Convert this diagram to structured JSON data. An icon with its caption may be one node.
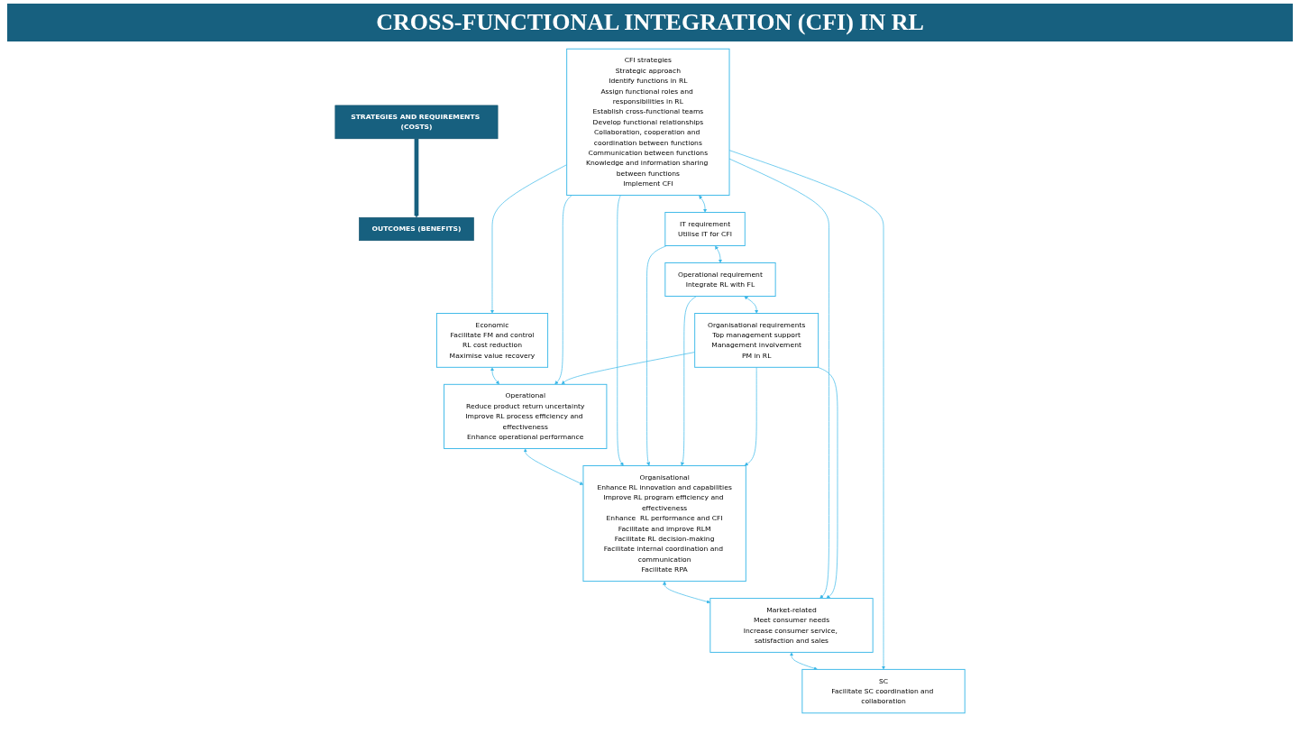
{
  "diagram": {
    "title": "CROSS-FUNCTIONAL INTEGRATION (CFI) IN RL",
    "nodes": [
      {
        "text": [
          "STRATEGIES AND REQUIREMENTS (COSTS)"
        ]
      },
      {
        "text": [
          "OUTCOMES (BENEFITS)"
        ]
      },
      {
        "text": [
          "CFI strategies",
          "Strategic approach",
          "Identify functions in RL",
          "Assign functional roles and responsibilities in RL",
          "Establish cross-functional teams",
          "Develop functional relationships",
          "Collaboration, cooperation and coordination between functions",
          "Communication between functions",
          "Knowledge and information sharing between functions",
          "Implement CFI"
        ]
      },
      {
        "text": [
          "IT requirement",
          "Utilise IT for CFI"
        ]
      },
      {
        "text": [
          "Operational requirement",
          "Integrate RL with FL"
        ]
      },
      {
        "text": [
          "Organisational requirements",
          "Top management support",
          "Management involvement",
          "PM in RL"
        ]
      },
      {
        "text": [
          "Economic",
          "Facilitate FM and control",
          "RL cost reduction",
          "Maximise value recovery"
        ]
      },
      {
        "text": [
          "Operational",
          "Reduce product return uncertainty",
          "Improve RL process efficiency and effectiveness",
          "Enhance operational performance"
        ]
      },
      {
        "text": [
          "Organisational",
          "Enhance RL innovation and capabilities",
          "Improve RL program efficiency and effectiveness",
          "Enhance  RL performance and CFI",
          "Facilitate and improve RLM",
          "Facilitate RL decision-making",
          "Facilitate internal coordination and communication",
          "Facilitate RPA"
        ]
      },
      {
        "text": [
          "Market-related",
          "Meet consumer needs",
          "Increase consumer service, satisfaction and sales"
        ]
      },
      {
        "text": [
          "SC",
          "Facilitate SC coordination and collaboration"
        ]
      }
    ],
    "edges": [
      {
        "from": 0,
        "to": 1,
        "arrow": "to",
        "style": "thick",
        "color": "#17607f"
      },
      {
        "from": 2,
        "to": 3,
        "arrow": "both"
      },
      {
        "from": 3,
        "to": 4,
        "arrow": "both"
      },
      {
        "from": 4,
        "to": 5,
        "arrow": "both"
      },
      {
        "from": 6,
        "to": 7,
        "arrow": "both"
      },
      {
        "from": 7,
        "to": 8,
        "arrow": "both"
      },
      {
        "from": 8,
        "to": 9,
        "arrow": "both"
      },
      {
        "from": 9,
        "to": 10,
        "arrow": "both"
      },
      {
        "from": 2,
        "to": 6,
        "arrow": "to"
      },
      {
        "from": 2,
        "to": 7,
        "arrow": "to"
      },
      {
        "from": 2,
        "to": 8,
        "arrow": "to"
      },
      {
        "from": 2,
        "to": 9,
        "arrow": "to"
      },
      {
        "from": 2,
        "to": 10,
        "arrow": "to"
      },
      {
        "from": 3,
        "to": 8,
        "arrow": "to"
      },
      {
        "from": 4,
        "to": 8,
        "arrow": "to"
      },
      {
        "from": 5,
        "to": 7,
        "arrow": "to"
      },
      {
        "from": 5,
        "to": 8,
        "arrow": "to"
      },
      {
        "from": 5,
        "to": 9,
        "arrow": "to"
      }
    ]
  }
}
